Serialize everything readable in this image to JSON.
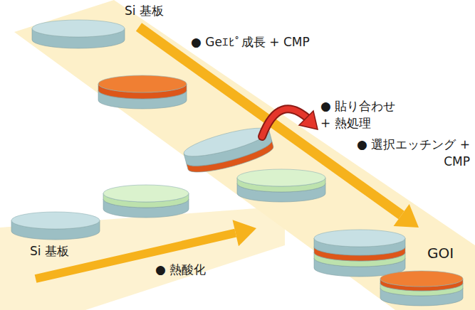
{
  "diagram": {
    "labels": [
      "Si 基板",
      "● Geｴﾋﾟ成長 + CMP",
      "● 貼り合わせ + 熱処理",
      "● 選択エッチング + CMP",
      "Si 基板",
      "● 熱酸化",
      "GOI"
    ]
  }
}
